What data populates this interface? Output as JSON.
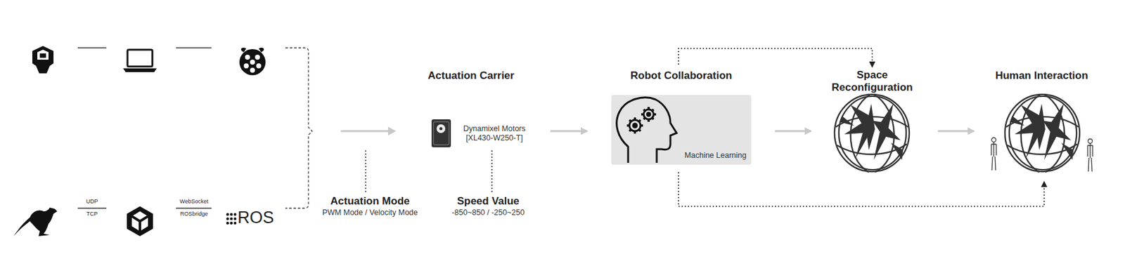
{
  "diagram": {
    "nodes": [
      {
        "text": [
          "Actuation Carrier",
          "Dynamixel Motors [XL430-W250-T]"
        ]
      },
      {
        "text": [
          "Actuation Mode",
          "PWM Mode / Velocity Mode"
        ]
      },
      {
        "text": [
          "Speed Value",
          "-850~850 / -250~250"
        ]
      },
      {
        "text": [
          "Robot Collaboration",
          "Machine Learning"
        ]
      },
      {
        "text": [
          "Space Reconfiguration"
        ]
      },
      {
        "text": [
          "Human Interaction"
        ]
      }
    ],
    "edges": [
      {
        "from": 0,
        "to": 3,
        "arrow": "to"
      },
      {
        "from": 3,
        "to": 4,
        "arrow": "to"
      },
      {
        "from": 4,
        "to": 5,
        "arrow": "to"
      },
      {
        "from": 3,
        "to": 4,
        "arrow": "to"
      },
      {
        "from": 3,
        "to": 5,
        "arrow": "to"
      },
      {
        "from": 0,
        "to": 2,
        "arrow": "none"
      }
    ],
    "labels": [
      "UDP",
      "TCP",
      "WebSocket",
      "ROSbridge",
      "ROS"
    ]
  }
}
